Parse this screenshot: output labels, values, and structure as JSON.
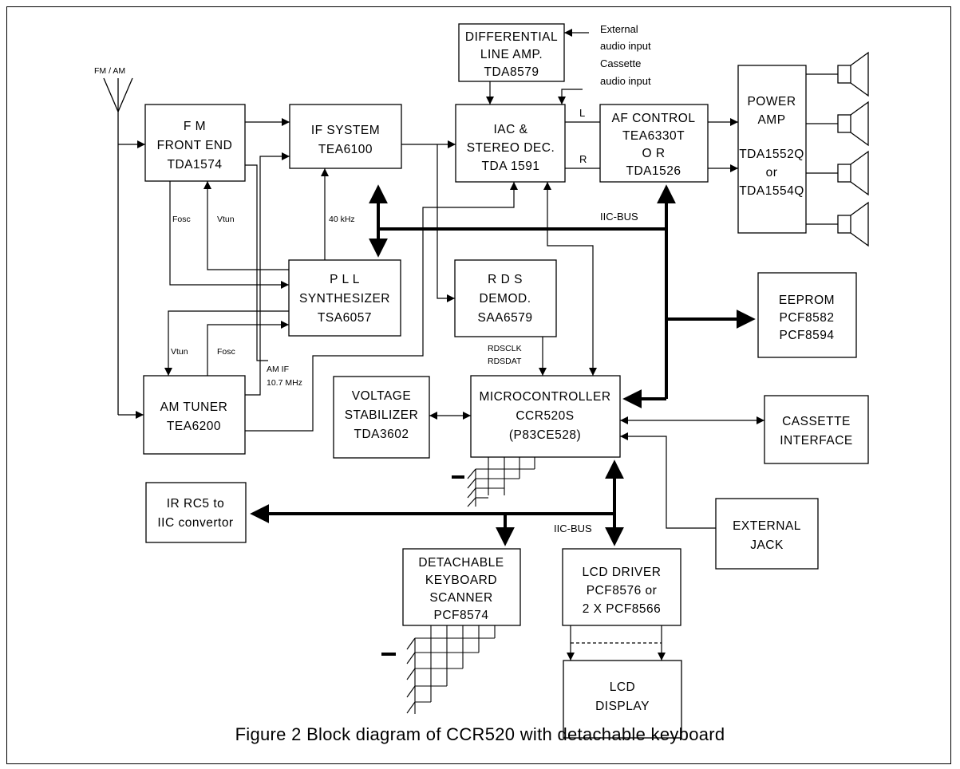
{
  "caption": "Figure 2  Block diagram of CCR520 with detachable keyboard",
  "antenna_label": "FM / AM",
  "blocks": {
    "fm_front_end": [
      "F M",
      "FRONT END",
      "TDA1574"
    ],
    "if_system": [
      "IF SYSTEM",
      "TEA6100"
    ],
    "diff_line_amp": [
      "DIFFERENTIAL",
      "LINE AMP.",
      "TDA8579"
    ],
    "iac_stereo": [
      "IAC &",
      "STEREO DEC.",
      "TDA 1591"
    ],
    "af_control": [
      "AF CONTROL",
      "TEA6330T",
      "O R",
      "TDA1526"
    ],
    "power_amp": [
      "POWER",
      "AMP",
      "",
      "TDA1552Q",
      "or",
      "TDA1554Q"
    ],
    "pll": [
      "P L L",
      "SYNTHESIZER",
      "TSA6057"
    ],
    "rds": [
      "R D S",
      "DEMOD.",
      "SAA6579"
    ],
    "eeprom": [
      "EEPROM",
      "PCF8582",
      "PCF8594"
    ],
    "am_tuner": [
      "AM TUNER",
      "TEA6200"
    ],
    "voltage_stab": [
      "VOLTAGE",
      "STABILIZER",
      "TDA3602"
    ],
    "microcontroller": [
      "MICROCONTROLLER",
      "CCR520S",
      "(P83CE528)"
    ],
    "cassette_if": [
      "CASSETTE",
      "INTERFACE"
    ],
    "ir_rc5": [
      "IR RC5 to",
      "IIC convertor"
    ],
    "external_jack": [
      "EXTERNAL",
      "JACK"
    ],
    "keyboard": [
      "DETACHABLE",
      "KEYBOARD",
      "SCANNER",
      "PCF8574"
    ],
    "lcd_driver": [
      "LCD DRIVER",
      "PCF8576 or",
      "2 X PCF8566"
    ],
    "lcd_display": [
      "LCD",
      "DISPLAY"
    ]
  },
  "signal_labels": {
    "external_audio": [
      "External",
      "audio input"
    ],
    "cassette_audio": [
      "Cassette",
      "audio input"
    ],
    "left": "L",
    "right": "R",
    "iic_bus_top": "IIC-BUS",
    "iic_bus_bottom": "IIC-BUS",
    "fosc_top": "Fosc",
    "vtun_top": "Vtun",
    "khz40": "40 kHz",
    "vtun_bottom": "Vtun",
    "fosc_bottom": "Fosc",
    "am_if": [
      "AM IF",
      "10.7 MHz"
    ],
    "rdsclk": "RDSCLK",
    "rdsdat": "RDSDAT"
  }
}
